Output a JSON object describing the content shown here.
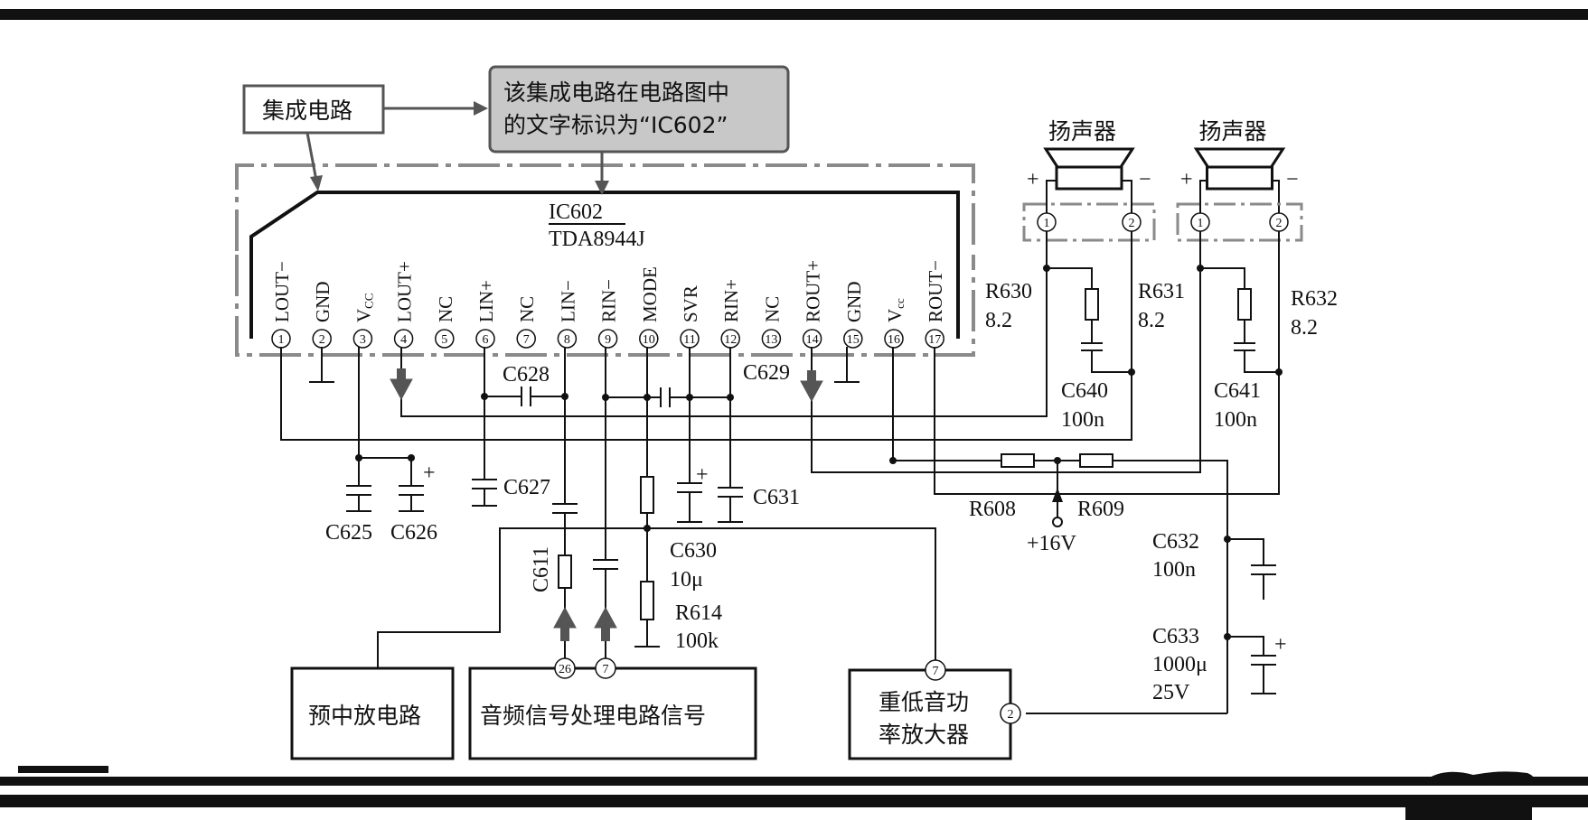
{
  "callouts": {
    "ic_label": "集成电路",
    "ic_note_line1": "该集成电路在电路图中",
    "ic_note_line2": "的文字标识为“IC602”"
  },
  "ic": {
    "ref": "IC602",
    "part": "TDA8944J",
    "pins": [
      {
        "num": "1",
        "label": "LOUT−"
      },
      {
        "num": "2",
        "label": "GND"
      },
      {
        "num": "3",
        "label": "V",
        "sub": "CC"
      },
      {
        "num": "4",
        "label": "LOUT+"
      },
      {
        "num": "5",
        "label": "NC"
      },
      {
        "num": "6",
        "label": "LIN+"
      },
      {
        "num": "7",
        "label": "NC"
      },
      {
        "num": "8",
        "label": "LIN−"
      },
      {
        "num": "9",
        "label": "RIN−"
      },
      {
        "num": "10",
        "label": "MODE"
      },
      {
        "num": "11",
        "label": "SVR"
      },
      {
        "num": "12",
        "label": "RIN+"
      },
      {
        "num": "13",
        "label": "NC"
      },
      {
        "num": "14",
        "label": "ROUT+"
      },
      {
        "num": "15",
        "label": "GND"
      },
      {
        "num": "16",
        "label": "V",
        "sub": "cc"
      },
      {
        "num": "17",
        "label": "ROUT−"
      }
    ]
  },
  "speakers": {
    "left_label": "扬声器",
    "right_label": "扬声器",
    "plus": "+",
    "minus": "−",
    "terminal_1": "1",
    "terminal_2": "2"
  },
  "components": {
    "c628": "C628",
    "c629": "C629",
    "c627": "C627",
    "c625": "C625",
    "c626": "C626",
    "c631": "C631",
    "c630": "C630",
    "c630_val": "10μ",
    "c611": "C611",
    "r614": "R614",
    "r614_val": "100k",
    "r630": "R630",
    "r630_val": "8.2",
    "r631": "R631",
    "r631_val": "8.2",
    "r632": "R632",
    "r632_val": "8.2",
    "c640": "C640",
    "c640_val": "100n",
    "c641": "C641",
    "c641_val": "100n",
    "r608": "R608",
    "r609": "R609",
    "supply": "+16V",
    "c632": "C632",
    "c632_val": "100n",
    "c633": "C633",
    "c633_val": "1000μ",
    "c633_volt": "25V",
    "plus_sign": "+"
  },
  "blocks": {
    "preamp": "预中放电路",
    "audio_proc": "音频信号处理电路信号",
    "sub_line1": "重低音功",
    "sub_line2": "率放大器",
    "pin_26": "26",
    "pin_7a": "7",
    "pin_7b": "7",
    "pin_2": "2"
  }
}
